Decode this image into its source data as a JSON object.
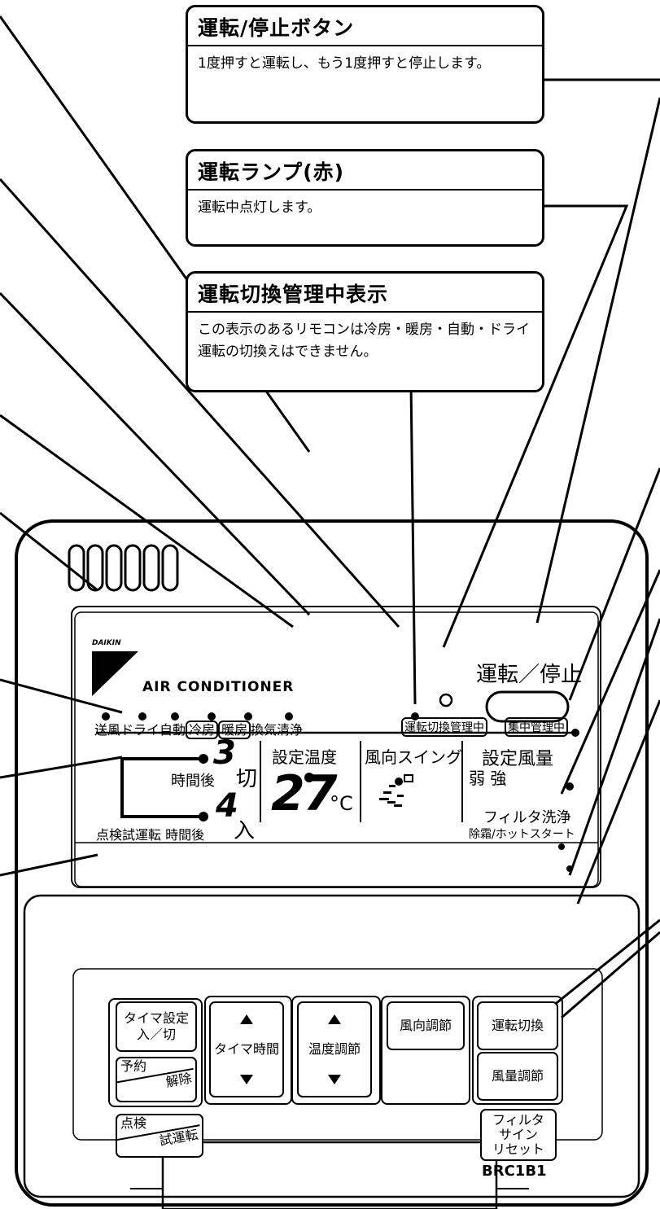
{
  "callouts": {
    "run_stop": {
      "title": "運転/停止ボタン",
      "body": "1度押すと運転し、もう1度押すと停止します。"
    },
    "run_lamp": {
      "title": "運転ランプ(赤)",
      "body": "運転中点灯します。"
    },
    "switch_managed": {
      "title": "運転切換管理中表示",
      "body": "この表示のあるリモコンは冷房・暖房・自動・ドライ運転の切換えはできません。"
    }
  },
  "remote": {
    "brand": "DAIKIN",
    "product": "AIR CONDITIONER",
    "run_stop_label": "運転／停止",
    "modes": [
      "送風",
      "ドライ",
      "自動",
      "冷房",
      "暖房",
      "換気清浄"
    ],
    "switch_managed_label": "運転切換管理中",
    "central_managed_label": "集中管理中",
    "timer_off_value": "3",
    "timer_on_value": "4",
    "hours_after_label": "時間後",
    "off_label": "切",
    "on_label": "入",
    "inspection_label": "点検試運転 時間後",
    "set_temp_label": "設定温度",
    "temp_value": "27",
    "temp_unit": "°C",
    "swing_label": "風向スイング",
    "fan_label": "設定風量",
    "fan_levels": "弱 強",
    "filter_label": "フィルタ洗浄",
    "defrost_label": "除霜/ホットスタート",
    "model": "BRC1B1"
  },
  "buttons": {
    "timer_set_line1": "タイマ設定",
    "timer_set_line2": "入／切",
    "reserve_top": "予約",
    "reserve_bottom": "解除",
    "inspect_top": "点検",
    "inspect_bottom": "試運転",
    "timer_hours": "タイマ時間",
    "temp_adjust": "温度調節",
    "direction": "風向調節",
    "mode_switch": "運転切換",
    "fan_adjust": "風量調節",
    "filter_reset_1": "フィルタ",
    "filter_reset_2": "サイン",
    "filter_reset_3": "リセット"
  }
}
